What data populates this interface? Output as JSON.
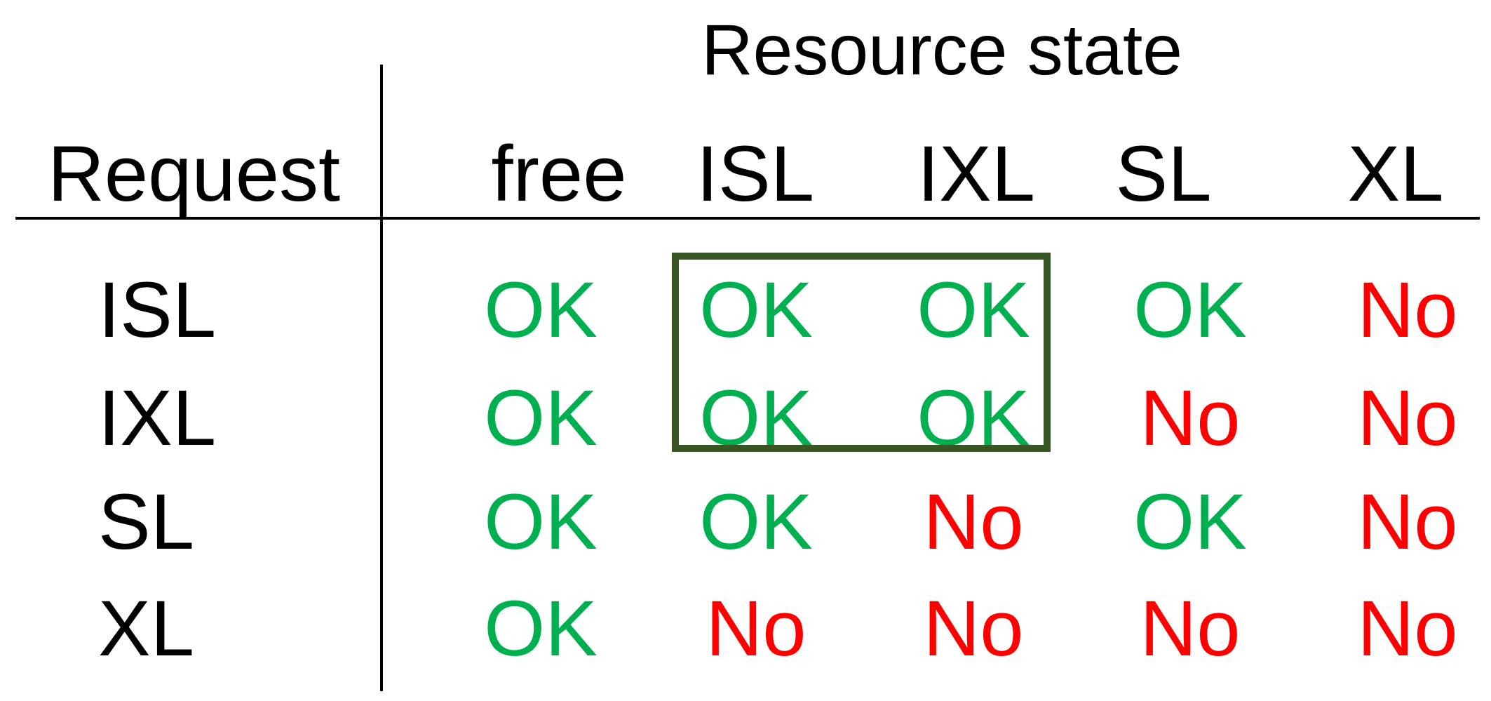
{
  "title": "Resource state",
  "request_label": "Request",
  "columns": [
    "free",
    "ISL",
    "IXL",
    "SL",
    "XL"
  ],
  "rows": [
    {
      "label": "ISL",
      "cells": [
        "OK",
        "OK",
        "OK",
        "OK",
        "No"
      ]
    },
    {
      "label": "IXL",
      "cells": [
        "OK",
        "OK",
        "OK",
        "No",
        "No"
      ]
    },
    {
      "label": "SL",
      "cells": [
        "OK",
        "OK",
        "No",
        "OK",
        "No"
      ]
    },
    {
      "label": "XL",
      "cells": [
        "OK",
        "No",
        "No",
        "No",
        "No"
      ]
    }
  ],
  "colors": {
    "ok": "#00b050",
    "no": "#ff0000",
    "highlight_box": "#375623",
    "text": "#000000"
  }
}
